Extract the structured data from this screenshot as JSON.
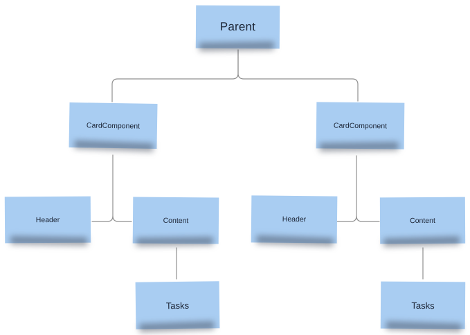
{
  "diagram": {
    "background_color": "#ffffff",
    "note_fill_color": "#a9cdf2",
    "note_text_color": "#1c2536",
    "connector_color": "#8f8f8f",
    "nodes": [
      {
        "id": "parent",
        "label": "Parent"
      },
      {
        "id": "card-left",
        "label": "CardComponent"
      },
      {
        "id": "card-right",
        "label": "CardComponent"
      },
      {
        "id": "header-left",
        "label": "Header"
      },
      {
        "id": "content-left",
        "label": "Content"
      },
      {
        "id": "header-right",
        "label": "Header"
      },
      {
        "id": "content-right",
        "label": "Content"
      },
      {
        "id": "tasks-left",
        "label": "Tasks"
      },
      {
        "id": "tasks-right",
        "label": "Tasks"
      }
    ],
    "edges": [
      {
        "from": "parent",
        "to": "card-left"
      },
      {
        "from": "parent",
        "to": "card-right"
      },
      {
        "from": "card-left",
        "to": "header-left"
      },
      {
        "from": "card-left",
        "to": "content-left"
      },
      {
        "from": "card-right",
        "to": "header-right"
      },
      {
        "from": "card-right",
        "to": "content-right"
      },
      {
        "from": "content-left",
        "to": "tasks-left"
      },
      {
        "from": "content-right",
        "to": "tasks-right"
      }
    ]
  }
}
